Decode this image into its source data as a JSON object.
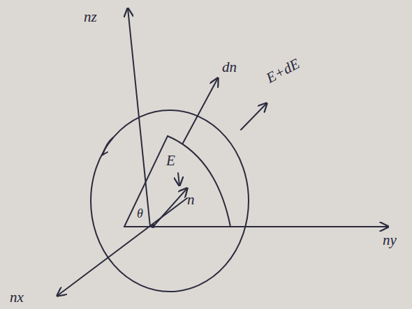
{
  "diagram": {
    "labels": [
      "nz",
      "dn",
      "E+dE",
      "E",
      "n",
      "θ",
      "ny",
      "nx"
    ]
  }
}
